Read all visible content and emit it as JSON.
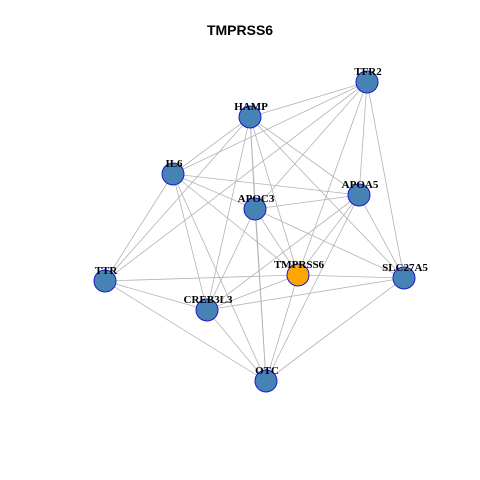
{
  "title": "TMPRSS6",
  "colors": {
    "node_fill": "#4682B4",
    "hub_fill": "#FFA500",
    "node_stroke": "#1a1acc",
    "edge": "#b3b3b3",
    "label": "#000000"
  },
  "nodes": [
    {
      "id": "TFR2",
      "label": "TFR2"
    },
    {
      "id": "HAMP",
      "label": "HAMP"
    },
    {
      "id": "IL6",
      "label": "IL6"
    },
    {
      "id": "APOA5",
      "label": "APOA5"
    },
    {
      "id": "APOC3",
      "label": "APOC3"
    },
    {
      "id": "TTR",
      "label": "TTR"
    },
    {
      "id": "TMPRSS6",
      "label": "TMPRSS6",
      "hub": true
    },
    {
      "id": "SLC27A5",
      "label": "SLC27A5"
    },
    {
      "id": "CREB3L3",
      "label": "CREB3L3"
    },
    {
      "id": "OTC",
      "label": "OTC"
    }
  ],
  "edges": [
    [
      "TFR2",
      "HAMP"
    ],
    [
      "TFR2",
      "IL6"
    ],
    [
      "TFR2",
      "APOA5"
    ],
    [
      "TFR2",
      "APOC3"
    ],
    [
      "TFR2",
      "TMPRSS6"
    ],
    [
      "TFR2",
      "SLC27A5"
    ],
    [
      "TFR2",
      "TTR"
    ],
    [
      "HAMP",
      "IL6"
    ],
    [
      "HAMP",
      "APOA5"
    ],
    [
      "HAMP",
      "APOC3"
    ],
    [
      "HAMP",
      "TMPRSS6"
    ],
    [
      "HAMP",
      "SLC27A5"
    ],
    [
      "HAMP",
      "TTR"
    ],
    [
      "HAMP",
      "CREB3L3"
    ],
    [
      "HAMP",
      "OTC"
    ],
    [
      "IL6",
      "APOA5"
    ],
    [
      "IL6",
      "APOC3"
    ],
    [
      "IL6",
      "TMPRSS6"
    ],
    [
      "IL6",
      "TTR"
    ],
    [
      "IL6",
      "CREB3L3"
    ],
    [
      "IL6",
      "OTC"
    ],
    [
      "APOA5",
      "APOC3"
    ],
    [
      "APOA5",
      "TMPRSS6"
    ],
    [
      "APOA5",
      "SLC27A5"
    ],
    [
      "APOA5",
      "CREB3L3"
    ],
    [
      "APOA5",
      "OTC"
    ],
    [
      "APOC3",
      "TMPRSS6"
    ],
    [
      "APOC3",
      "SLC27A5"
    ],
    [
      "APOC3",
      "CREB3L3"
    ],
    [
      "APOC3",
      "OTC"
    ],
    [
      "TTR",
      "TMPRSS6"
    ],
    [
      "TTR",
      "CREB3L3"
    ],
    [
      "TTR",
      "OTC"
    ],
    [
      "TMPRSS6",
      "SLC27A5"
    ],
    [
      "TMPRSS6",
      "CREB3L3"
    ],
    [
      "TMPRSS6",
      "OTC"
    ],
    [
      "SLC27A5",
      "CREB3L3"
    ],
    [
      "SLC27A5",
      "OTC"
    ],
    [
      "CREB3L3",
      "OTC"
    ]
  ]
}
